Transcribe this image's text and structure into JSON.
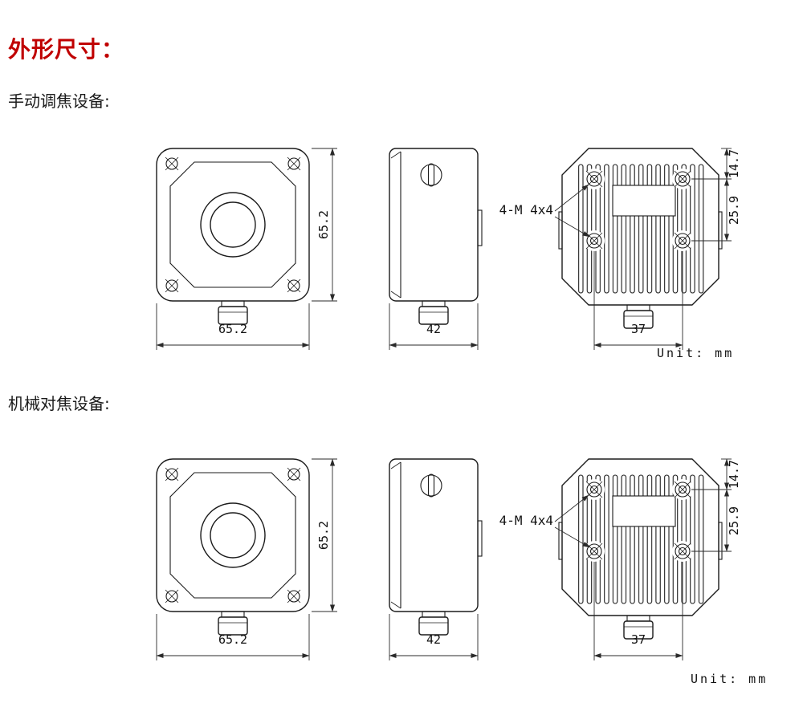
{
  "page": {
    "title": "外形尺寸：",
    "unit": "Unit: mm"
  },
  "sections": [
    {
      "label": "手动调焦设备:",
      "dims": {
        "front_width": "65.2",
        "front_height": "65.2",
        "side_width": "42",
        "screw_spacing_h": "37",
        "screw_spacing_v": "25.9",
        "screw_top_offset": "14.7",
        "screw_spec": "4-M 4x4"
      }
    },
    {
      "label": "机械对焦设备:",
      "dims": {
        "front_width": "65.2",
        "front_height": "65.2",
        "side_width": "42",
        "screw_spacing_h": "37",
        "screw_spacing_v": "25.9",
        "screw_top_offset": "14.7",
        "screw_spec": "4-M 4x4"
      }
    }
  ]
}
